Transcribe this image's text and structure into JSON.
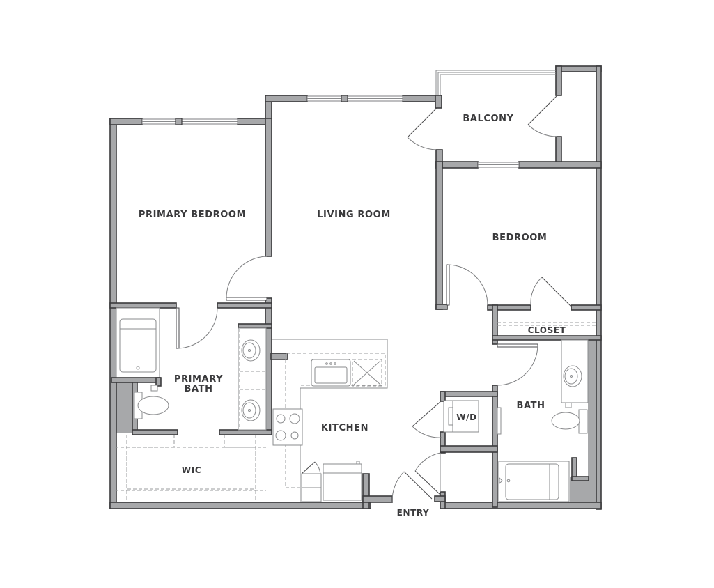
{
  "floorplan": {
    "rooms": {
      "primary_bedroom": "PRIMARY BEDROOM",
      "living_room": "LIVING ROOM",
      "balcony": "BALCONY",
      "bedroom": "BEDROOM",
      "closet": "CLOSET",
      "primary_bath_line1": "PRIMARY",
      "primary_bath_line2": "BATH",
      "kitchen": "KITCHEN",
      "wd": "W/D",
      "bath": "BATH",
      "wic": "WIC",
      "entry": "ENTRY"
    },
    "colors": {
      "wall_fill": "#a7a8aa",
      "wall_outline": "#3b3b3d",
      "label_text": "#3a3a3c",
      "background": "#ffffff"
    }
  }
}
